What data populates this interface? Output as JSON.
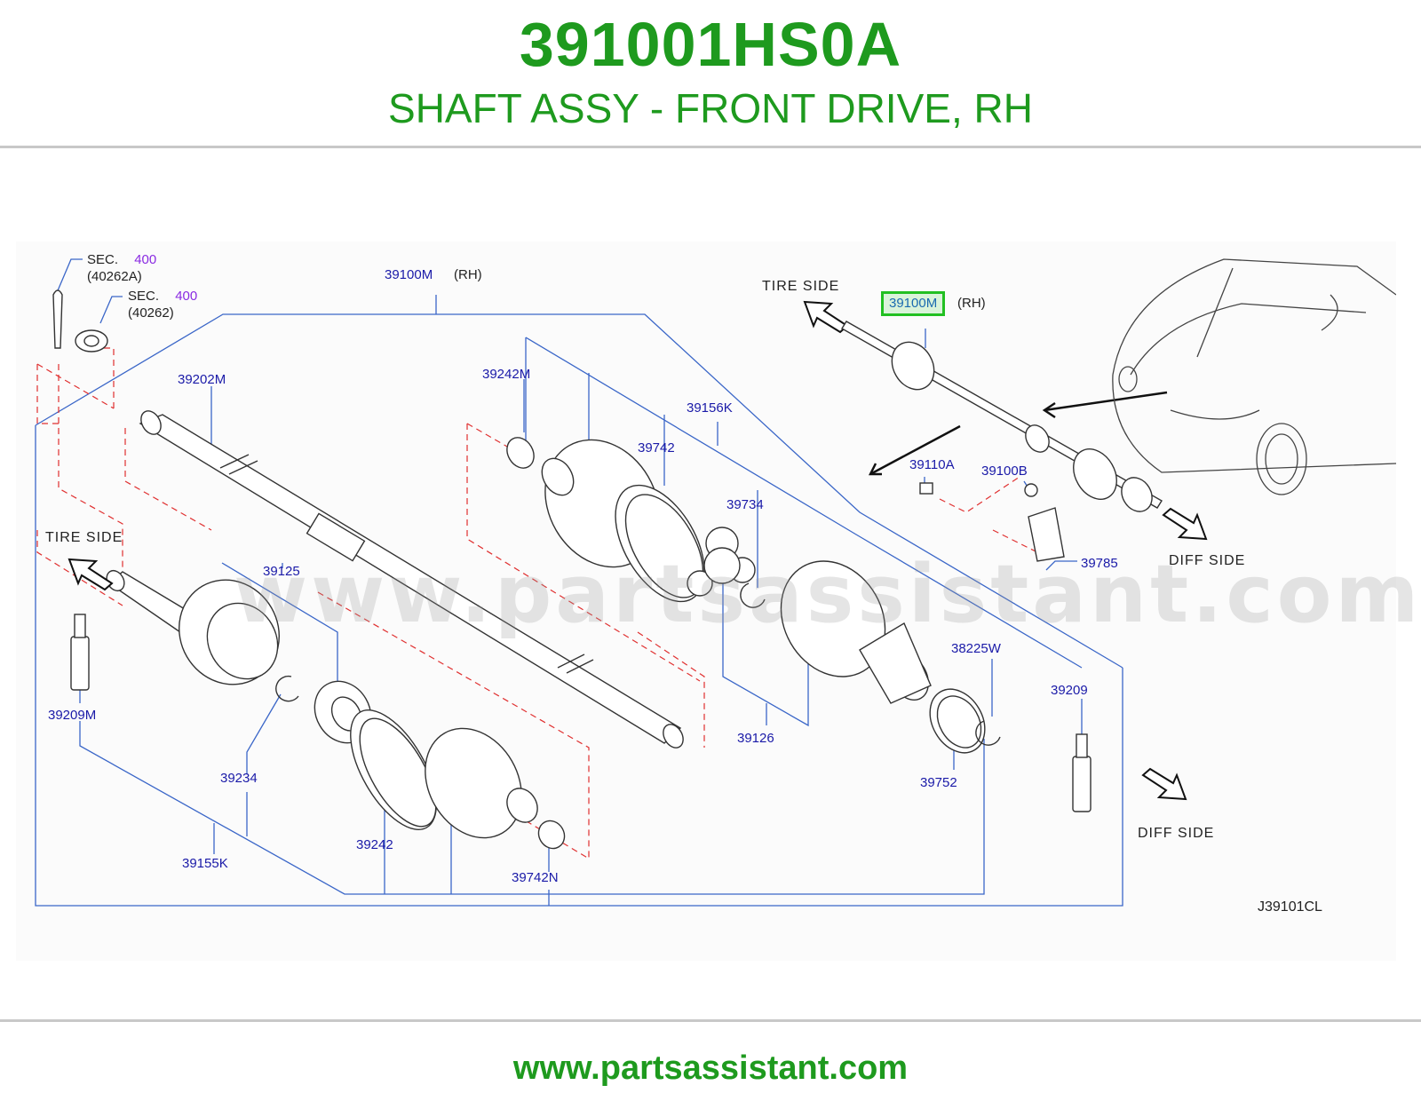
{
  "header": {
    "part_number": "391001HS0A",
    "part_name": "SHAFT ASSY - FRONT DRIVE, RH"
  },
  "diagram": {
    "code": "J39101CL",
    "watermark": "www.partsassistant.com",
    "callouts": {
      "sec_1_prefix": "SEC.",
      "sec_1_number": "400",
      "sec_1_ref": "(40262A)",
      "sec_2_prefix": "SEC.",
      "sec_2_number": "400",
      "sec_2_ref": "(40262)",
      "main_assy": "39100M",
      "main_assy_side": "(RH)",
      "inset_assy": "39100M",
      "inset_assy_side": "(RH)",
      "p39202M": "39202M",
      "p39242M": "39242M",
      "p39156K": "39156K",
      "p39742": "39742",
      "p39734": "39734",
      "p39125": "39125",
      "p39209M": "39209M",
      "p39234": "39234",
      "p39155K": "39155K",
      "p39242": "39242",
      "p39742N": "39742N",
      "p39126": "39126",
      "p38225W": "38225W",
      "p39752": "39752",
      "p39209": "39209",
      "p39110A": "39110A",
      "p39100B": "39100B",
      "p39785": "39785"
    },
    "side_labels": {
      "tire_side_left": "TIRE   SIDE",
      "tire_side_inset": "TIRE   SIDE",
      "diff_side_inset": "DIFF   SIDE",
      "diff_side_main": "DIFF   SIDE"
    },
    "colors": {
      "brand_green": "#1e9a1e",
      "label_blue": "#1a1aa8",
      "leader_blue": "#3a66c8",
      "dashed_red": "#e03030",
      "highlight_green": "#22c022"
    }
  },
  "footer": {
    "url": "www.partsassistant.com"
  }
}
